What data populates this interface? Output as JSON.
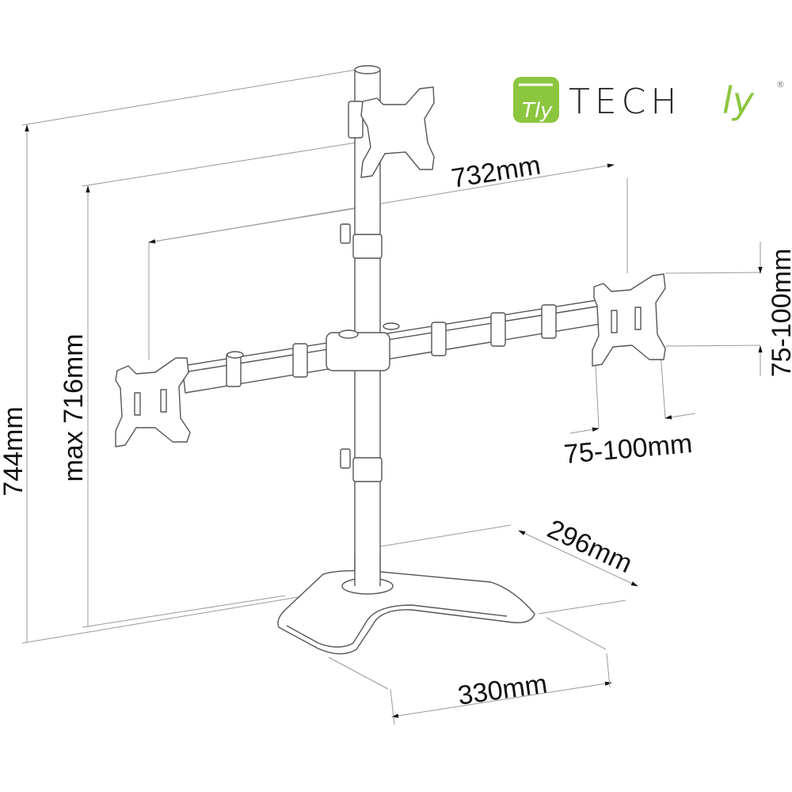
{
  "logo": {
    "badge_text": "Tly",
    "word_main": "TECH",
    "word_script": "ly",
    "registered": "®",
    "brand_color": "#8cc63f",
    "text_color": "#222222"
  },
  "dimensions": {
    "total_height": "744mm",
    "max_pole_height": "max 716mm",
    "arm_span": "732mm",
    "vesa_vertical": "75-100mm",
    "vesa_horizontal": "75-100mm",
    "base_depth": "296mm",
    "base_width": "330mm"
  },
  "colors": {
    "line": "#555555",
    "dim_line": "#9a9a9a",
    "text": "#111111",
    "background": "#ffffff"
  }
}
